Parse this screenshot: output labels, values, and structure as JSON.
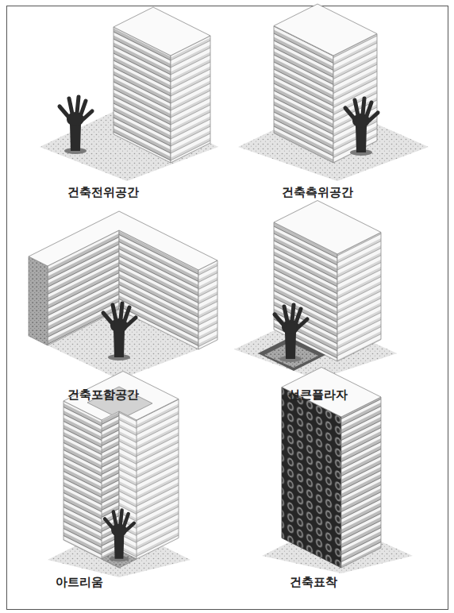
{
  "diagram": {
    "labels": [
      "건축전위공간",
      "건축측위공간",
      "건축포함공간",
      "선큰플라자",
      "아트리움",
      "건축표착"
    ]
  }
}
